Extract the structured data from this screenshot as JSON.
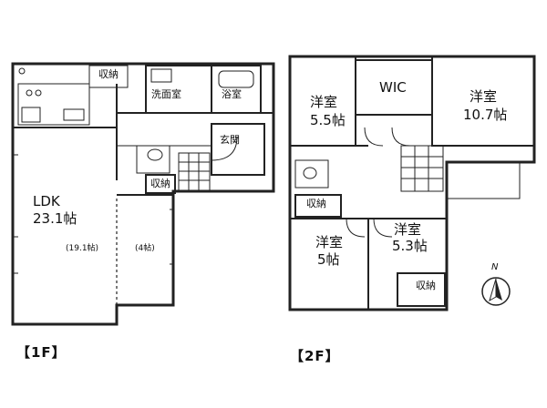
{
  "floor1": {
    "tag": "【1F】",
    "rooms": {
      "storage_top": "収納",
      "washroom": "洗面室",
      "bathroom": "浴室",
      "entrance": "玄関",
      "storage_mid": "収納",
      "ldk_name": "LDK",
      "ldk_size": "23.1帖",
      "ldk_sub1": "(19.1帖)",
      "ldk_sub2": "(4帖)"
    }
  },
  "floor2": {
    "tag": "【2F】",
    "rooms": {
      "room_nw_name": "洋室",
      "room_nw_size": "5.5帖",
      "wic": "WIC",
      "room_ne_name": "洋室",
      "room_ne_size": "10.7帖",
      "storage_left": "収納",
      "room_sw_name": "洋室",
      "room_sw_size": "5帖",
      "room_se_name": "洋室",
      "room_se_size": "5.3帖",
      "storage_right": "収納"
    }
  },
  "compass": {
    "label": "N",
    "icon": "north-arrow-icon"
  }
}
